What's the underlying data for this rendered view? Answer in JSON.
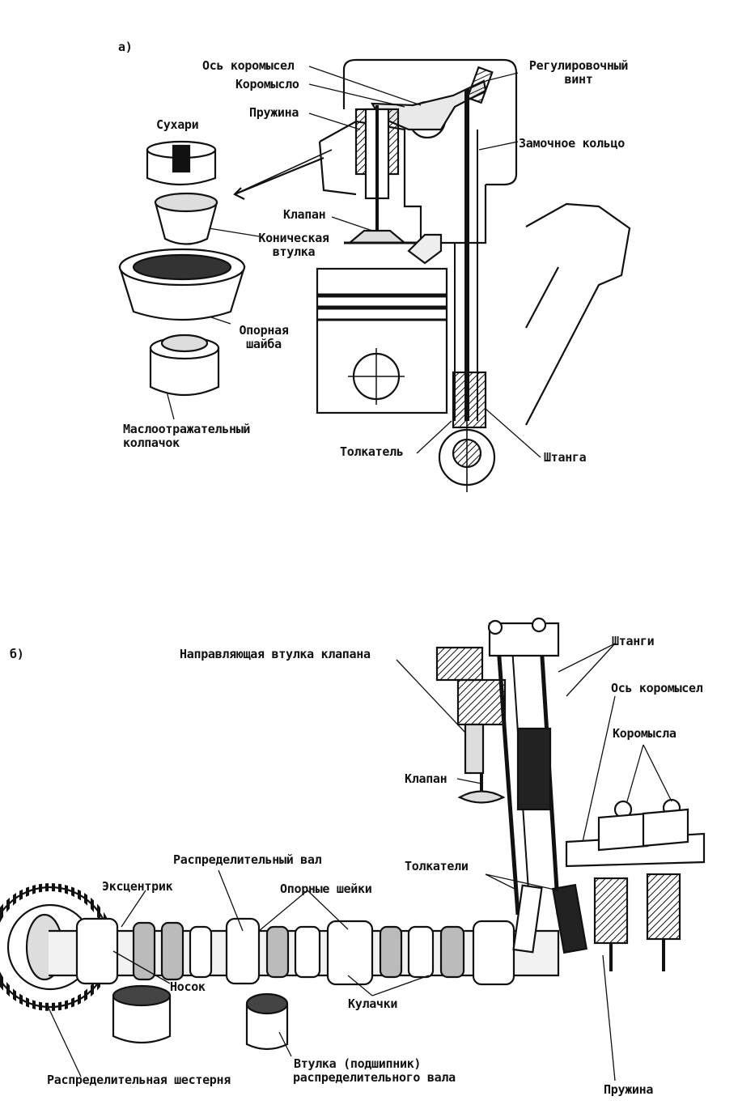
{
  "panel_a": {
    "tag": "а)",
    "labels": {
      "rocker_axis": "Ось коромысел",
      "rocker": "Коромысло",
      "spring": "Пружина",
      "adjust_screw_1": "Регулировочный",
      "adjust_screw_2": "винт",
      "keepers": "Сухари",
      "lock_ring": "Замочное кольцо",
      "valve": "Клапан",
      "conical_sleeve_1": "Коническая",
      "conical_sleeve_2": "втулка",
      "support_washer_1": "Опорная",
      "support_washer_2": "шайба",
      "oil_cap_1": "Маслоотражательный",
      "oil_cap_2": "колпачок",
      "pusher": "Толкатель",
      "rod": "Штанга"
    }
  },
  "panel_b": {
    "tag": "б)",
    "labels": {
      "valve_guide": "Направляющая втулка клапана",
      "rods": "Штанги",
      "rocker_axis": "Ось коромысел",
      "rockers": "Коромысла",
      "valve": "Клапан",
      "camshaft": "Распределительный вал",
      "eccentric": "Эксцентрик",
      "journals": "Опорные шейки",
      "pushers": "Толкатели",
      "nose": "Носок",
      "cams": "Кулачки",
      "bushing_1": "Втулка (подшипник)",
      "bushing_2": "распределительного вала",
      "timing_gear": "Распределительная шестерня",
      "spring": "Пружина"
    }
  }
}
